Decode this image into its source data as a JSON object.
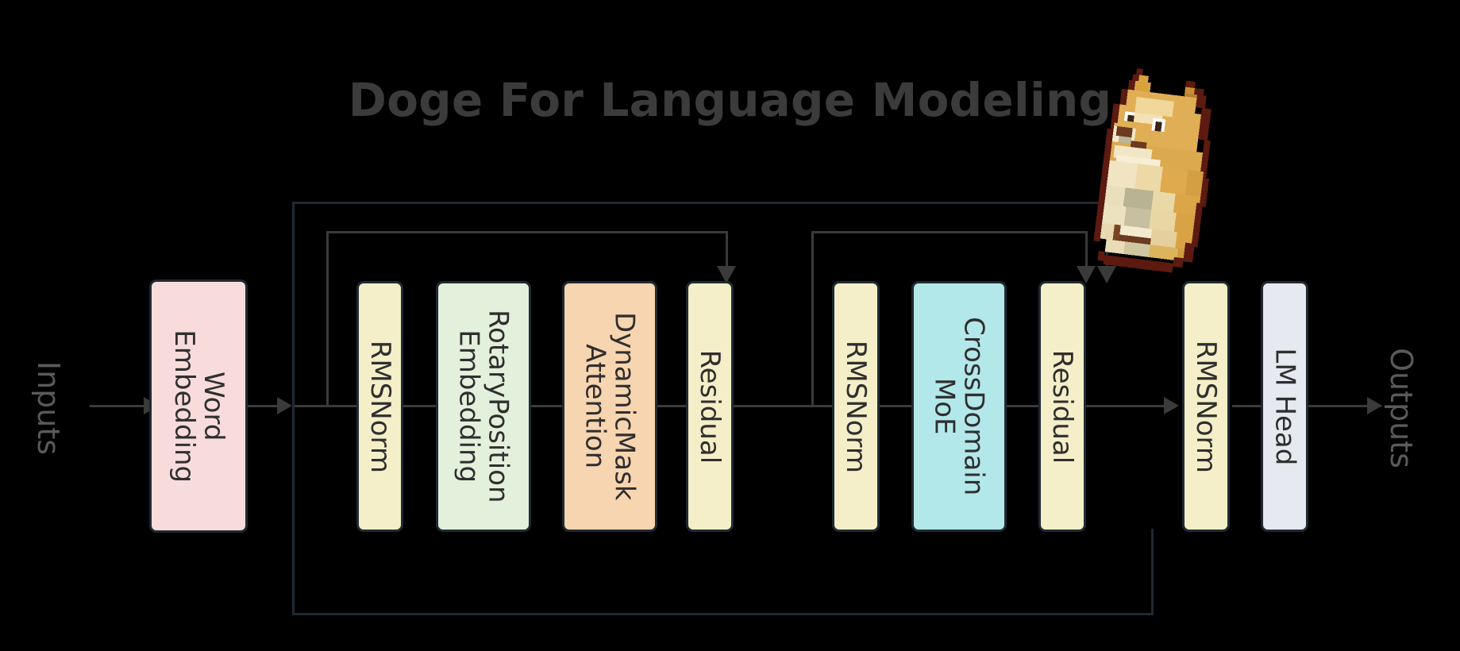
{
  "diagram": {
    "title": "Doge For Language Modeling",
    "input_label": "Inputs",
    "output_label": "Outputs",
    "mascot": "doge-pixel-art",
    "colors": {
      "background": "#000000",
      "title_text": "#3b3b3b",
      "node_border": "#1f2a33",
      "node_text": "#2f2f2f",
      "connector": "#3a3a3a",
      "edge_label": "#5a5a5a",
      "embedding_pink": "#F8DCDC",
      "norm_yellow": "#F4EFC8",
      "rope_green": "#E3F0DC",
      "attention_orange": "#F7D5B0",
      "moe_blue": "#B3E8EA",
      "lmhead_grey": "#E6EAF0"
    },
    "nodes": [
      {
        "id": "word-embedding",
        "label": "Word\nEmbedding",
        "color": "#F8DCDC"
      },
      {
        "id": "rmsnorm-1",
        "label": "RMSNorm",
        "color": "#F4EFC8"
      },
      {
        "id": "rotary-position",
        "label": "RotaryPosition\nEmbedding",
        "color": "#E3F0DC"
      },
      {
        "id": "dynamic-mask",
        "label": "DynamicMask\nAttention",
        "color": "#F7D5B0"
      },
      {
        "id": "residual-1",
        "label": "Residual",
        "color": "#F4EFC8"
      },
      {
        "id": "rmsnorm-2",
        "label": "RMSNorm",
        "color": "#F4EFC8"
      },
      {
        "id": "crossdomain-moe",
        "label": "CrossDomain\nMoE",
        "color": "#B3E8EA"
      },
      {
        "id": "residual-2",
        "label": "Residual",
        "color": "#F4EFC8"
      },
      {
        "id": "rmsnorm-3",
        "label": "RMSNorm",
        "color": "#F4EFC8"
      },
      {
        "id": "lm-head",
        "label": "LM Head",
        "color": "#E6EAF0"
      }
    ]
  }
}
